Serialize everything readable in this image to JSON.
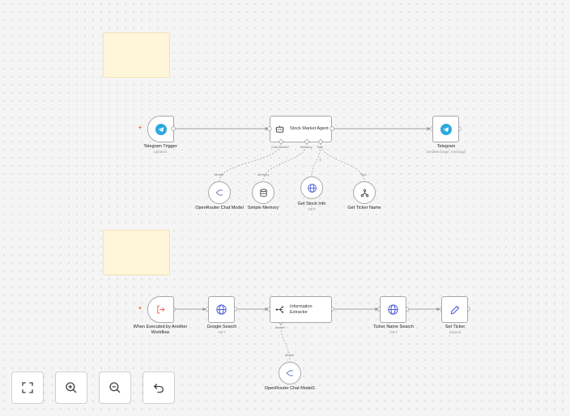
{
  "workflow_1": {
    "telegram_trigger": {
      "label": "Telegram Trigger",
      "sub": "Updates"
    },
    "agent": {
      "label": "Stock Market Agent",
      "port_chat_model": "Chat Model*",
      "port_memory": "Memory",
      "port_tool": "Tool"
    },
    "telegram": {
      "label": "Telegram",
      "sub": "sendMessage: message"
    },
    "openrouter": {
      "label": "OpenRouter Chat Model",
      "port": "Model"
    },
    "memory": {
      "label": "Simple Memory",
      "port": "Memory"
    },
    "stock_info": {
      "label": "Get Stock Info",
      "sub": "GET"
    },
    "ticker_name": {
      "label": "Get Ticker Name",
      "port": "Tool"
    }
  },
  "workflow_2": {
    "trigger": {
      "label": "When Executed by Another Workflow"
    },
    "google_search": {
      "label": "Google Search",
      "sub": "GET"
    },
    "extractor": {
      "label": "Information Extractor",
      "port_model": "Model*"
    },
    "ticker_search": {
      "label": "Ticker Name Search",
      "sub": "GET"
    },
    "set_ticker": {
      "label": "Set Ticker",
      "sub": "Extend"
    },
    "openrouter1": {
      "label": "OpenRouter Chat Model1",
      "port": "Model"
    }
  },
  "controls": [
    "fit-view",
    "zoom-in",
    "zoom-out",
    "undo"
  ],
  "colors": {
    "telegram": "#2aa8df",
    "trigger": "#ff6d5a",
    "globe": "#4b5bd6",
    "edit": "#4b5bd6",
    "sticky": "#fff5d9"
  }
}
